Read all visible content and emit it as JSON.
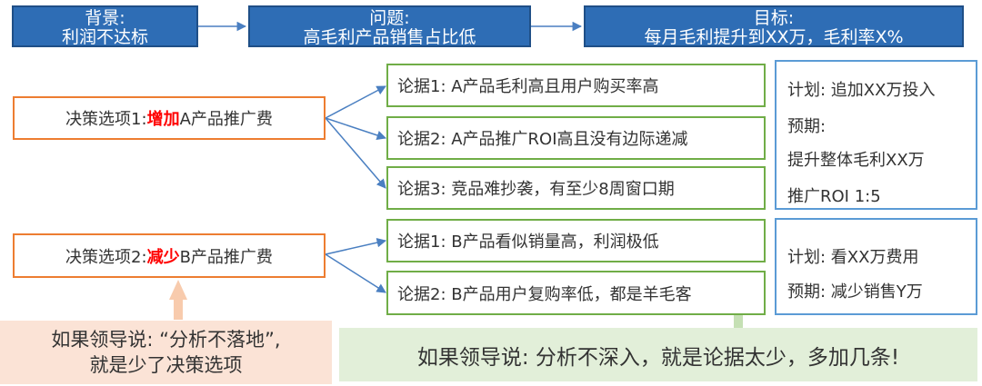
{
  "headers": [
    {
      "line1": "背景:",
      "line2": "利润不达标"
    },
    {
      "line1": "问题:",
      "line2": "高毛利产品销售占比低"
    },
    {
      "line1": "目标:",
      "line2": "每月毛利提升到XX万，毛利率X%"
    }
  ],
  "options": [
    {
      "prefix": "决策选项1: ",
      "highlight": "增加",
      "suffix": "A产品推广费"
    },
    {
      "prefix": "决策选项2: ",
      "highlight": "减少",
      "suffix": "B产品推广费"
    }
  ],
  "arguments": [
    "论据1: A产品毛利高且用户购买率高",
    "论据2: A产品推广ROI高且没有边际递减",
    "论据3: 竞品难抄袭，有至少8周窗口期",
    "论据1: B产品看似销量高，利润极低",
    "论据2: B产品用户复购率低，都是羊毛客"
  ],
  "plans": [
    {
      "lines": [
        "计划: 追加XX万投入",
        "预期:",
        "提升整体毛利XX万",
        "推广ROI 1:5"
      ]
    },
    {
      "lines": [
        "计划: 看XX万费用",
        "预期: 减少销售Y万"
      ]
    }
  ],
  "notes": {
    "left_line1": "如果领导说: “分析不落地”,",
    "left_line2": "就是少了决策选项",
    "right": "如果领导说: 分析不深入，就是论据太少，多加几条!"
  },
  "colors": {
    "header_fill": "#2e6db5",
    "option_border": "#ed7d31",
    "argument_border": "#70ad47",
    "plan_border": "#5b9bd5",
    "highlight_text": "#ff0000",
    "connector": "#4a7fc1",
    "left_note_fill": "#fbe3d6",
    "right_note_fill": "#e2efd9",
    "up_arrow_orange": "#f8cbad",
    "up_arrow_green": "#c5e0b4"
  }
}
